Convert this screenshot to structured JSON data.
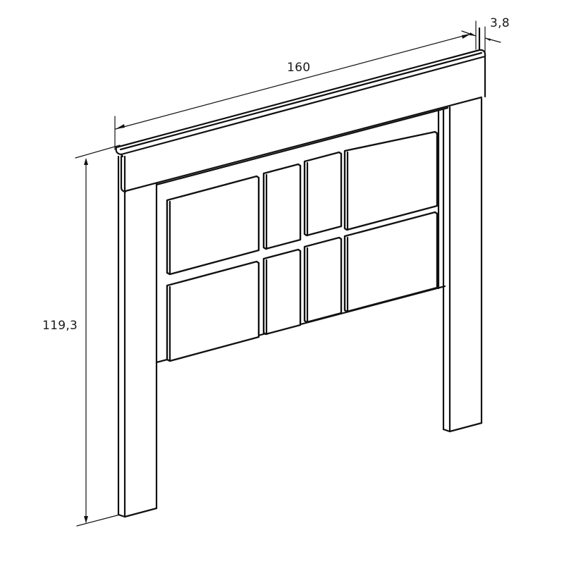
{
  "diagram": {
    "subject": "headboard",
    "view": "isometric line drawing",
    "line_color": "#111111",
    "background": "#ffffff",
    "dimensions": {
      "width": {
        "label": "160"
      },
      "depth": {
        "label": "3,8"
      },
      "height": {
        "label": "119,3"
      }
    },
    "panels": {
      "rows": 2,
      "columns": 4,
      "layout": [
        "wide",
        "narrow",
        "narrow",
        "wide"
      ]
    }
  }
}
